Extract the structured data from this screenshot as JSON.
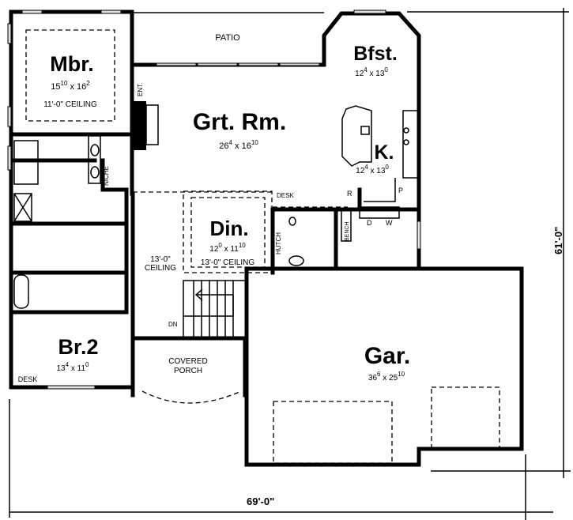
{
  "plan": {
    "patio": "PATIO",
    "rooms": {
      "mbr": {
        "name": "Mbr.",
        "w": "15",
        "wi": "10",
        "h": "16",
        "hi": "2",
        "ceiling": "11'-0\" CEILING"
      },
      "grt": {
        "name": "Grt. Rm.",
        "w": "26",
        "wi": "4",
        "h": "16",
        "hi": "10"
      },
      "bfst": {
        "name": "Bfst.",
        "w": "12",
        "wi": "4",
        "h": "13",
        "hi": "0"
      },
      "kit": {
        "name": "K.",
        "w": "12",
        "wi": "4",
        "h": "13",
        "hi": "0"
      },
      "din": {
        "name": "Din.",
        "w": "12",
        "wi": "0",
        "h": "11",
        "hi": "10",
        "ceiling": "13'-0\" CEILING"
      },
      "br2": {
        "name": "Br.2",
        "w": "13",
        "wi": "4",
        "h": "11",
        "hi": "0"
      },
      "gar": {
        "name": "Gar.",
        "w": "36",
        "wi": "6",
        "h": "25",
        "hi": "10"
      }
    },
    "foyer_ceiling": [
      "13'-0\"",
      "CEILING"
    ],
    "porch": [
      "COVERED",
      "PORCH"
    ],
    "labels": {
      "ent": "ENT.",
      "niche": "NICHE",
      "hutch": "HUTCH",
      "bench": "BENCH",
      "desk_kitchen": "DESK",
      "desk_br2": "DESK",
      "refrigerator": "R",
      "pantry": "P",
      "dryer": "D",
      "washer": "W",
      "stairs_down": "DN"
    },
    "dimensions": {
      "width": "69'-0\"",
      "depth": "61'-0\""
    }
  }
}
